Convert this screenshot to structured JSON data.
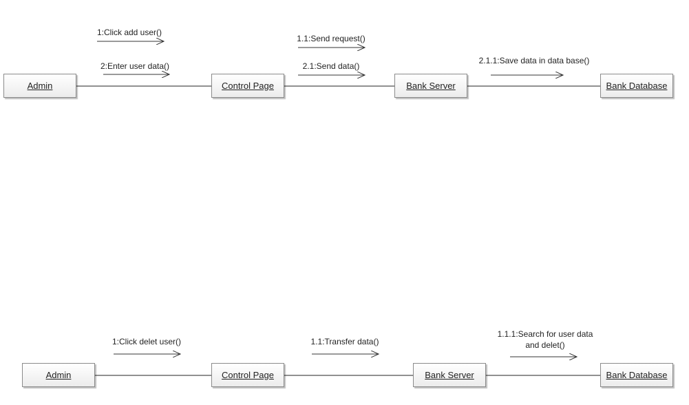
{
  "diagram_top": {
    "objects": {
      "admin": "Admin",
      "control_page": "Control Page",
      "bank_server": "Bank Server",
      "bank_database": "Bank Database"
    },
    "messages": {
      "click_add_user": "1:Click add user()",
      "enter_user_data": "2:Enter user data()",
      "send_request": "1.1:Send request()",
      "send_data": "2.1:Send data()",
      "save_data": "2.1.1:Save data in data base()"
    }
  },
  "diagram_bottom": {
    "objects": {
      "admin": "Admin",
      "control_page": "Control Page",
      "bank_server": "Bank Server",
      "bank_database": "Bank Database"
    },
    "messages": {
      "click_delet_user": "1:Click delet user()",
      "transfer_data": "1.1:Transfer data()",
      "search_delet": "1.1.1:Search for user data and delet()"
    }
  }
}
